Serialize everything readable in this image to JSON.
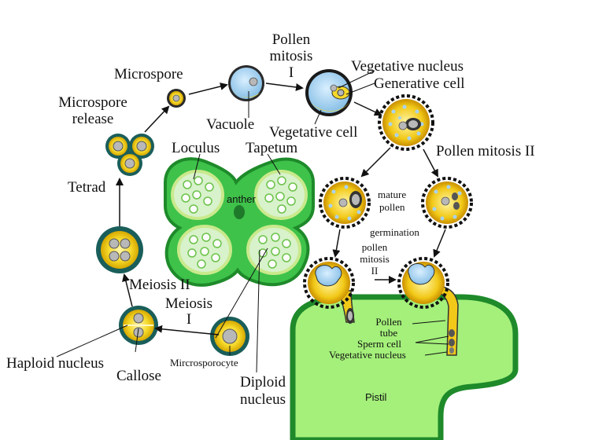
{
  "labels": {
    "microspore": "Microspore",
    "pollen_mitosis_1_line1": "Pollen",
    "pollen_mitosis_1_line2": "mitosis",
    "pollen_mitosis_1_line3": "I",
    "vegetative_nucleus_top": "Vegetative nucleus",
    "generative_cell": "Generative cell",
    "microspore_release_line1": "Microspore",
    "microspore_release_line2": "release",
    "vacuole": "Vacuole",
    "vegetative_cell": "Vegetative cell",
    "loculus": "Loculus",
    "tapetum": "Tapetum",
    "pollen_mitosis_2": "Pollen mitosis II",
    "tetrad": "Tetrad",
    "anther": "anther",
    "mature_pollen_line1": "mature",
    "mature_pollen_line2": "pollen",
    "germination": "germination",
    "pollen_mitosis_2b_line1": "pollen",
    "pollen_mitosis_2b_line2": "mitosis",
    "pollen_mitosis_2b_line3": "II",
    "meiosis_2": "Meiosis II",
    "meiosis_1_line1": "Meiosis",
    "meiosis_1_line2": "I",
    "pollen_tube_line1": "Pollen",
    "pollen_tube_line2": "tube",
    "sperm_cell": "Sperm cell",
    "vegetative_nucleus_bottom": "Vegetative nucleus",
    "haploid_nucleus": "Haploid nucleus",
    "microsporocyte": "Mircrosporocyte",
    "callose": "Callose",
    "diploid_nucleus_line1": "Diploid",
    "diploid_nucleus_line2": "nucleus",
    "pistil": "Pistil"
  },
  "colors": {
    "cell_yellow": "#f2d21e",
    "cell_wall_dark": "#1a5e5a",
    "nucleus_gray": "#b8b8b8",
    "vacuole_blue": "#a9d3ef",
    "pistil_green": "#a4f07a",
    "pistil_dark": "#1e8a2a",
    "anther_green": "#3ec24a",
    "locule_fill": "#d8f2cc"
  }
}
